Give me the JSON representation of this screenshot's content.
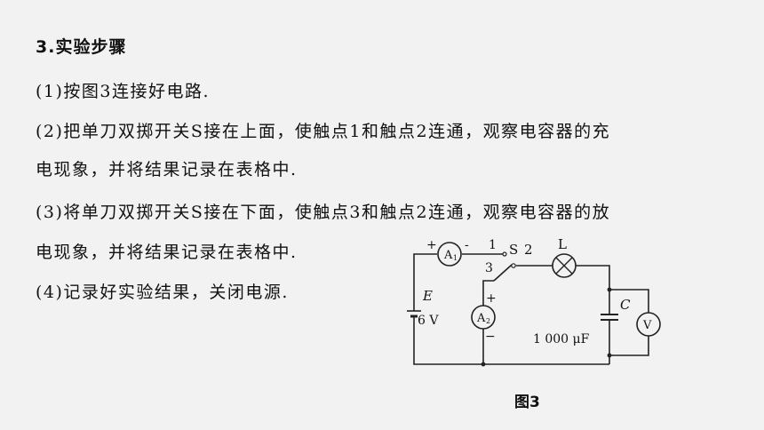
{
  "heading": "3.实验步骤",
  "steps": {
    "s1": "(1)按图3连接好电路.",
    "s2_a": "(2)把单刀双掷开关S接在上面，使触点1和触点2连通，观察电容器的充",
    "s2_b": "电现象，并将结果记录在表格中.",
    "s3_a": "(3)将单刀双掷开关S接在下面，使触点3和触点2连通，观察电容器的放",
    "s3_b": "电现象，并将结果记录在表格中.",
    "s4": "(4)记录好实验结果，关闭电源."
  },
  "circuit": {
    "plus_a1": "+",
    "ammeter1": "A",
    "ammeter1_sub": "1",
    "minus_a1": "-",
    "contact1": "1",
    "contact3": "3",
    "switch": "S",
    "contact2": "2",
    "lamp": "L",
    "emf": "E",
    "voltage": "6 V",
    "plus_a2": "+",
    "ammeter2": "A",
    "ammeter2_sub": "2",
    "minus_a2": "−",
    "capacitor": "C",
    "capacitance": "1 000 μF",
    "voltmeter": "V"
  },
  "caption": "图3"
}
